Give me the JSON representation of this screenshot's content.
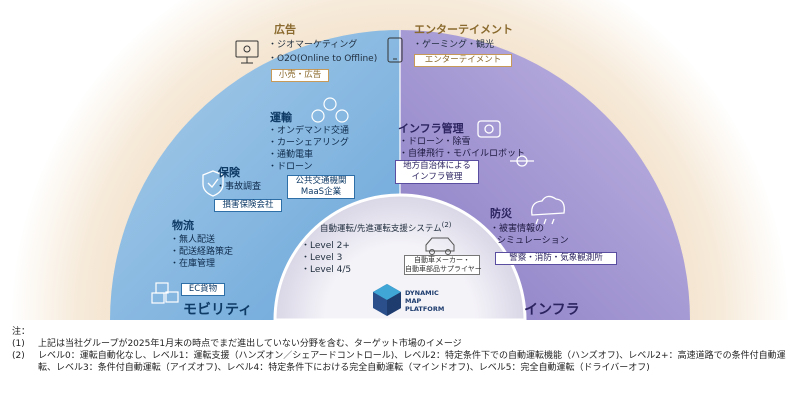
{
  "outer": {
    "ad": {
      "title": "広告",
      "items": [
        "・ジオマーケティング",
        "・O2O(Online to Offline)"
      ],
      "tag": "小売・広告"
    },
    "ent": {
      "title": "エンターテイメント",
      "items": [
        "・ゲーミング・観光"
      ],
      "tag": "エンターテイメント"
    }
  },
  "mobility": {
    "transport": {
      "title": "運輸",
      "items": [
        "・オンデマンド交通",
        "・カーシェアリング",
        "・通勤電車",
        "・ドローン"
      ],
      "tag": [
        "公共交通機関",
        "MaaS企業"
      ]
    },
    "insurance": {
      "title": "保険",
      "items": [
        "・事故調査"
      ],
      "tag": "損害保険会社"
    },
    "logistics": {
      "title": "物流",
      "items": [
        "・無人配送",
        "・配送経路策定",
        "・在庫管理"
      ],
      "tag": "EC貨物"
    },
    "label": "モビリティ"
  },
  "infra": {
    "mgmt": {
      "title": "インフラ管理",
      "items": [
        "・ドローン・除雪",
        "・自律飛行・モバイルロボット"
      ],
      "tag": [
        "地方自治体による",
        "インフラ管理"
      ]
    },
    "disaster": {
      "title": "防災",
      "items": [
        "・被害情報の",
        "シミュレーション"
      ],
      "tag": "警察・消防・気象観測所"
    },
    "label": "インフラ"
  },
  "core": {
    "title": "自動運転/先進運転支援システム",
    "note": "(2)",
    "levels": [
      "・Level 2+",
      "・Level 3",
      "・Level 4/5"
    ],
    "tag": [
      "自動車メーカー・",
      "自動車部品サプライヤー"
    ],
    "logo": [
      "DYNAMIC",
      "MAP",
      "PLATFORM"
    ]
  },
  "notes": {
    "head": "注：",
    "rows": [
      {
        "num": "(1)",
        "text": "上記は当社グループが2025年1月末の時点でまだ進出していない分野を含む、ターゲット市場のイメージ"
      },
      {
        "num": "(2)",
        "text": "レベル0：運転自動化なし、レベル1：運転支援（ハンズオン／シェアードコントロール)、レベル2：特定条件下での自動運転機能（ハンズオフ)、レベル2+：高速道路での条件付自動運転、レベル3：条件付自動運転（アイズオフ)、レベル4：特定条件下における完全自動運転（マインドオフ)、レベル5：完全自動運転（ドライバーオフ)"
      }
    ]
  },
  "colors": {
    "outer": "#e8c9a4",
    "mobility": "#7fb4de",
    "infra": "#9c90cd",
    "core": "#eceaf2",
    "dark": "#1f2d3d",
    "gold": "#8a6a2e"
  }
}
